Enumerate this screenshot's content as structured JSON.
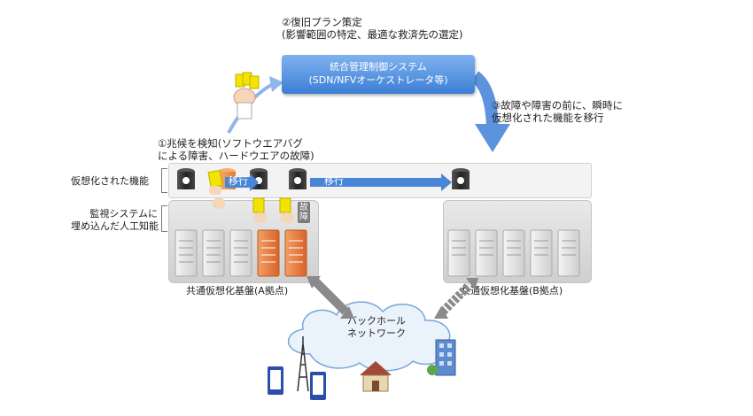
{
  "system_box": {
    "line1": "統合管理制御システム",
    "line2": "(SDN/NFVオーケストレータ等)"
  },
  "step2": {
    "line1": "②復旧プラン策定",
    "line2": "(影響範囲の特定、最適な救済先の選定)"
  },
  "step3": {
    "line1": "③故障や障害の前に、瞬時に",
    "line2": "仮想化された機能を移行"
  },
  "step1": {
    "line1": "①兆候を検知(ソフトウエアバグ",
    "line2": "による障害、ハードウエアの故障)"
  },
  "left_labels": {
    "virtual_function": "仮想化された機能",
    "monitor_line1": "監視システムに",
    "monitor_line2": "埋め込んだ人工知能"
  },
  "migrate_labels": [
    "移行",
    "移行"
  ],
  "fault_label": "故障",
  "site_a": "共通仮想化基盤(A拠点)",
  "site_b": "共通仮想化基盤(B拠点)",
  "cloud": {
    "line1": "バックホール",
    "line2": "ネットワーク"
  },
  "colors": {
    "system_box": "#3c7fd6",
    "arrow_blue": "#4a86d8",
    "yellow_card": "#f2e400",
    "orange_server": "#e07a35",
    "gray_server": "#c8c8c8"
  }
}
